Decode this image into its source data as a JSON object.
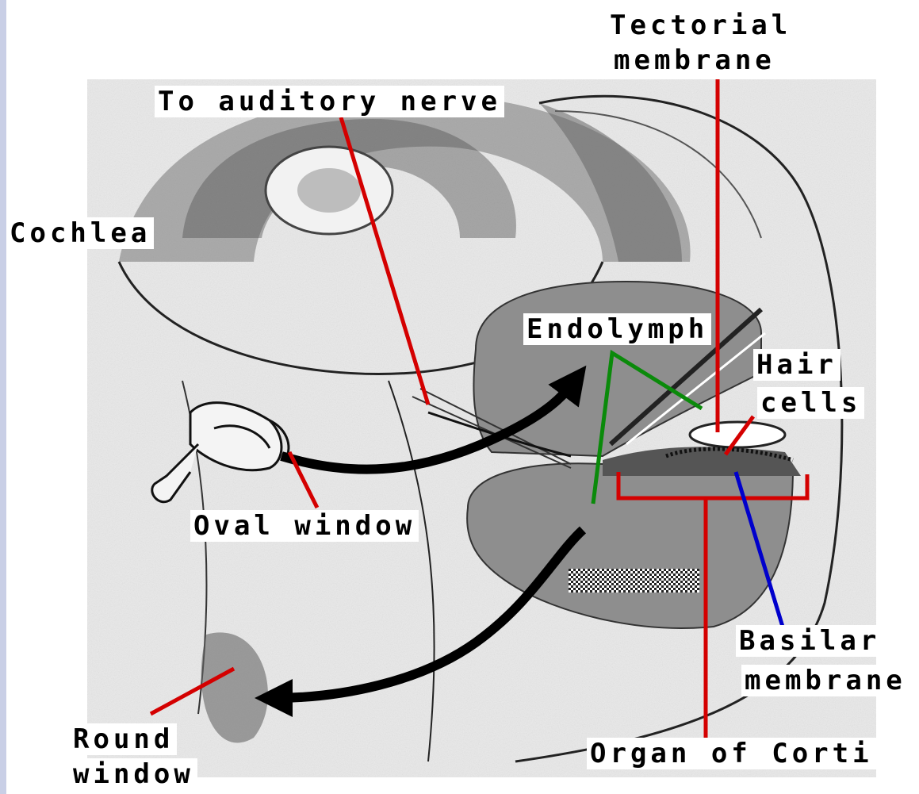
{
  "labels": {
    "tectorial_membrane_1": "Tectorial",
    "tectorial_membrane_2": "membrane",
    "auditory_nerve": "To auditory nerve",
    "cochlea": "Cochlea",
    "endolymph": "Endolymph",
    "hair_cells_1": "Hair",
    "hair_cells_2": "cells",
    "oval_window": "Oval window",
    "basilar_membrane_1": "Basilar",
    "basilar_membrane_2": "membrane",
    "round_window_1": "Round",
    "round_window_2": "window",
    "organ_of_corti": "Organ of Corti"
  },
  "colors": {
    "pointer_red": "#d40000",
    "pointer_green": "#0a8a0a",
    "pointer_blue": "#0000cc",
    "fluid_gray": "#8e8e8e",
    "speckle_gray": "#b8b8b8",
    "slide_edge": "#c9cfe6"
  }
}
